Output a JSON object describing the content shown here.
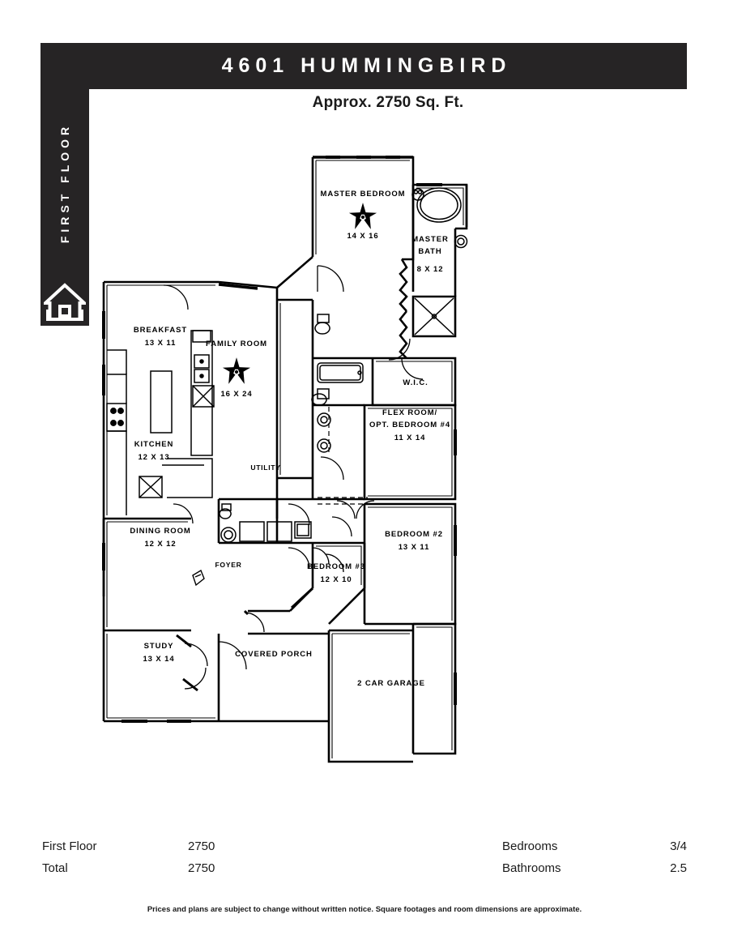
{
  "header": {
    "title": "4601 HUMMINGBIRD",
    "subtitle": "Approx. 2750 Sq. Ft.",
    "floor_label": "FIRST FLOOR",
    "house_icon": "house-icon"
  },
  "plan": {
    "rooms": [
      {
        "key": "master_bedroom",
        "name": "MASTER BEDROOM",
        "dim": "14 X 16",
        "fan": true
      },
      {
        "key": "master_bath",
        "name": "MASTER",
        "name2": "BATH",
        "dim": "8 X 12"
      },
      {
        "key": "wic",
        "name": "W.I.C.",
        "dim": ""
      },
      {
        "key": "breakfast",
        "name": "BREAKFAST",
        "dim": "13 X 11"
      },
      {
        "key": "family_room",
        "name": "FAMILY ROOM",
        "dim": "16 X 24",
        "fan": true
      },
      {
        "key": "kitchen",
        "name": "KITCHEN",
        "dim": "12 X 13"
      },
      {
        "key": "utility",
        "name": "UTILITY",
        "dim": ""
      },
      {
        "key": "flex_room",
        "name": "FLEX ROOM/",
        "name2": "OPT. BEDROOM #4",
        "dim": "11 X 14"
      },
      {
        "key": "dining_room",
        "name": "DINING ROOM",
        "dim": "12 X 12"
      },
      {
        "key": "foyer",
        "name": "FOYER",
        "dim": ""
      },
      {
        "key": "bedroom3",
        "name": "BEDROOM #3",
        "dim": "12 X 10"
      },
      {
        "key": "bedroom2",
        "name": "BEDROOM #2",
        "dim": "13 X 11"
      },
      {
        "key": "study",
        "name": "STUDY",
        "dim": "13 X 14"
      },
      {
        "key": "covered_porch",
        "name": "COVERED PORCH",
        "dim": ""
      },
      {
        "key": "garage",
        "name": "2 CAR GARAGE",
        "dim": ""
      }
    ]
  },
  "specs": {
    "rows": [
      {
        "left_label": "First Floor",
        "left_value": "2750",
        "right_label": "Bedrooms",
        "right_value": "3/4"
      },
      {
        "left_label": "Total",
        "left_value": "2750",
        "right_label": "Bathrooms",
        "right_value": "2.5"
      }
    ]
  },
  "disclaimer": "Prices and plans are subject to change without written notice. Square footages and room dimensions are approximate.",
  "colors": {
    "banner": "#262425",
    "ink": "#1a1a1a",
    "paper": "#ffffff"
  }
}
